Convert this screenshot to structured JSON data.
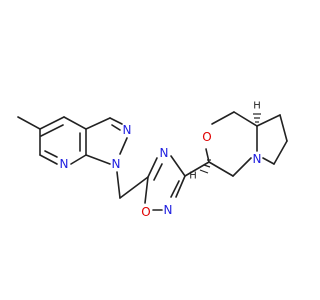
{
  "colors": {
    "bond": "#222222",
    "nitrogen": "#2020e0",
    "oxygen": "#e00000",
    "carbon_h": "#222222"
  },
  "atoms": {
    "n_pyridine": "N",
    "n1_pyrazole": "N",
    "n2_pyrazole": "N",
    "n_oxadiazole_ring": "N",
    "o_oxadiazole": "O",
    "n_oxadiazole_bottom": "N",
    "o_morpholine": "O",
    "n_bicyclic": "N",
    "h_top_stereo": "H",
    "h_left_stereo": "H"
  }
}
